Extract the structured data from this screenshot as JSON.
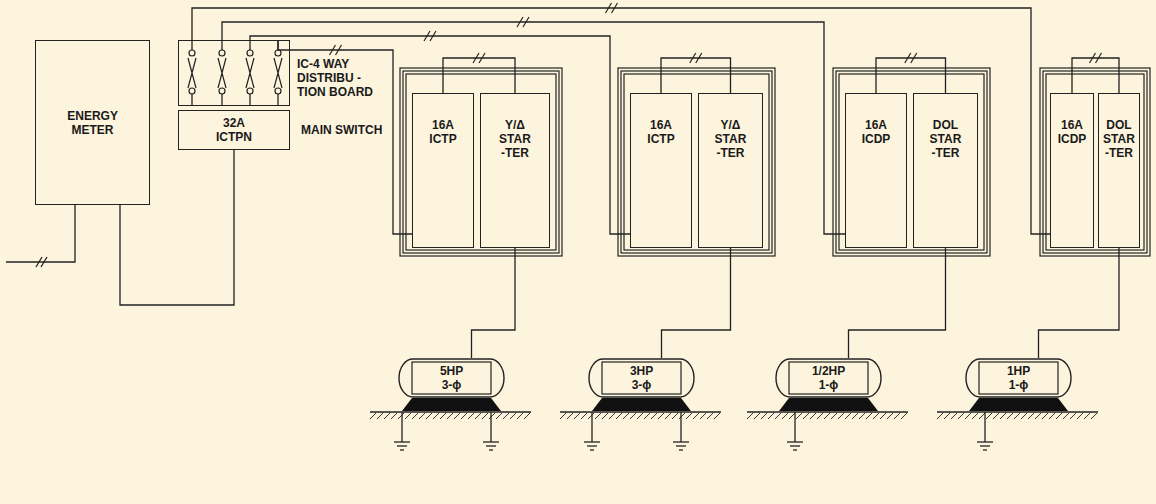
{
  "diagram": {
    "nodes": [
      {
        "text": [
          "ENERGY METER"
        ]
      },
      {
        "text": [
          "IC-4 WAY DISTRIBU -TION BOARD"
        ]
      },
      {
        "text": [
          "32A ICTPN",
          "MAIN SWITCH"
        ]
      },
      {
        "text": [
          "16A ICTP"
        ]
      },
      {
        "text": [
          "Y/Δ STAR -TER"
        ]
      },
      {
        "text": [
          "16A ICTP"
        ]
      },
      {
        "text": [
          "Y/Δ STAR -TER"
        ]
      },
      {
        "text": [
          "16A ICDP"
        ]
      },
      {
        "text": [
          "DOL STAR -TER"
        ]
      },
      {
        "text": [
          "16A ICDP"
        ]
      },
      {
        "text": [
          "DOL STAR -TER"
        ]
      },
      {
        "text": [
          "5HP 3-ϕ"
        ]
      },
      {
        "text": [
          "3HP 3-ϕ"
        ]
      },
      {
        "text": [
          "1/2HP 1-ϕ"
        ]
      },
      {
        "text": [
          "1HP 1-ϕ"
        ]
      }
    ],
    "edges": [
      {
        "from": 0,
        "to": 2,
        "arrow": "none"
      },
      {
        "from": 1,
        "to": 3,
        "arrow": "none"
      },
      {
        "from": 1,
        "to": 5,
        "arrow": "none"
      },
      {
        "from": 1,
        "to": 7,
        "arrow": "none"
      },
      {
        "from": 1,
        "to": 9,
        "arrow": "none"
      },
      {
        "from": 3,
        "to": 4,
        "arrow": "none"
      },
      {
        "from": 5,
        "to": 6,
        "arrow": "none"
      },
      {
        "from": 7,
        "to": 8,
        "arrow": "none"
      },
      {
        "from": 9,
        "to": 10,
        "arrow": "none"
      },
      {
        "from": 4,
        "to": 11,
        "arrow": "none"
      },
      {
        "from": 6,
        "to": 12,
        "arrow": "none"
      },
      {
        "from": 8,
        "to": 13,
        "arrow": "none"
      },
      {
        "from": 10,
        "to": 14,
        "arrow": "none"
      }
    ]
  }
}
